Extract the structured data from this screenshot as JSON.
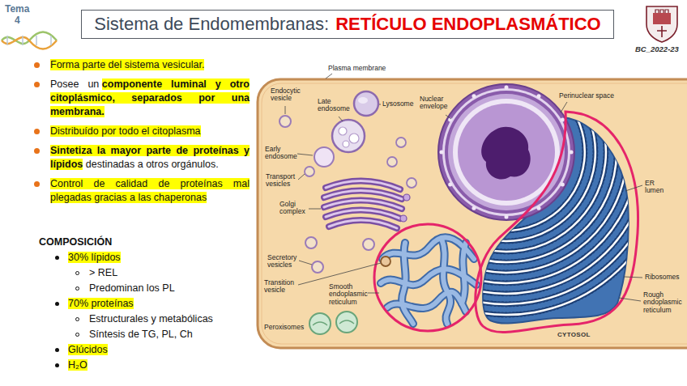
{
  "diagram": {
    "nodes": [
      {
        "text": [
          "Sistema de Endomembranas:",
          "RETÍCULO ENDOPLASMÁTICO"
        ]
      }
    ],
    "labels": [
      "Tema 4",
      "BC_2022-23",
      "Forma parte del sistema vesicular.",
      "Posee un",
      "componente luminal y otro citoplásmico, separados por una membrana.",
      "Distribuído por todo el citoplasma",
      "Sintetiza la mayor parte de proteínas y lípidos",
      "destinadas a otros orgánulos.",
      "Control de calidad de proteínas mal plegadas gracias a las chaperonas",
      "COMPOSICIÓN",
      "30% lípidos",
      "> REL",
      "Predominan los PL",
      "70% proteínas",
      "Estructurales y metabólicas",
      "Síntesis de TG, PL, Ch",
      "Glúcidos",
      "H₂O",
      "Plasma membrane",
      "Endocytic vesicle",
      "Late endosome",
      "Lysosome",
      "Nuclear envelope",
      "Perinuclear space",
      "Early endosome",
      "Transport vesicles",
      "Golgi complex",
      "ER lumen",
      "Secretory vesicles",
      "Transition vesicle",
      "Smooth endoplasmic reticulum",
      "Ribosomes",
      "Rough endoplasmic reticulum",
      "Peroxisomes",
      "CYTOSOL"
    ]
  }
}
